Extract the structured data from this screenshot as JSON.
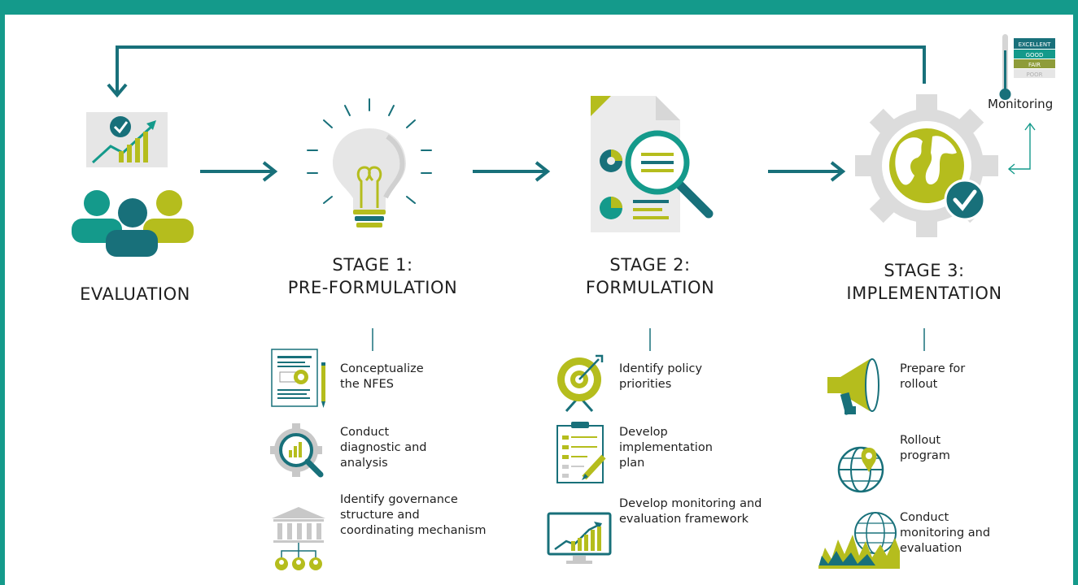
{
  "colors": {
    "teal": "#149a8b",
    "dark_teal": "#18707a",
    "olive": "#b5bd1d",
    "gray": "#c8c8c8",
    "light_gray": "#e9e9e9",
    "text": "#1f1f1f"
  },
  "monitoring": {
    "label": "Monitoring",
    "scale": [
      "EXCELLENT",
      "GOOD",
      "FAIR",
      "POOR"
    ]
  },
  "evaluation": {
    "label": "EVALUATION",
    "icon": "people-with-chart-icon"
  },
  "stages": [
    {
      "line1": "STAGE 1:",
      "line2": "PRE-FORMULATION",
      "icon": "lightbulb-icon",
      "items": [
        {
          "text": "Conceptualize the NFES",
          "icon": "document-gear-icon"
        },
        {
          "text": "Conduct diagnostic and analysis",
          "icon": "gear-magnifier-icon"
        },
        {
          "text": "Identify governance structure and coordinating mechanism",
          "icon": "building-org-icon"
        }
      ]
    },
    {
      "line1": "STAGE 2:",
      "line2": "FORMULATION",
      "icon": "report-magnifier-icon",
      "items": [
        {
          "text": "Identify policy priorities",
          "icon": "target-icon"
        },
        {
          "text": "Develop implementation plan",
          "icon": "clipboard-pencil-icon"
        },
        {
          "text": "Develop monitoring and evaluation framework",
          "icon": "monitor-chart-icon"
        }
      ]
    },
    {
      "line1": "STAGE 3:",
      "line2": "IMPLEMENTATION",
      "icon": "globe-gear-check-icon",
      "items": [
        {
          "text": "Prepare for rollout",
          "icon": "megaphone-icon"
        },
        {
          "text": "Rollout program",
          "icon": "globe-pin-icon"
        },
        {
          "text": "Conduct monitoring and evaluation",
          "icon": "globe-landscape-icon"
        }
      ]
    }
  ]
}
